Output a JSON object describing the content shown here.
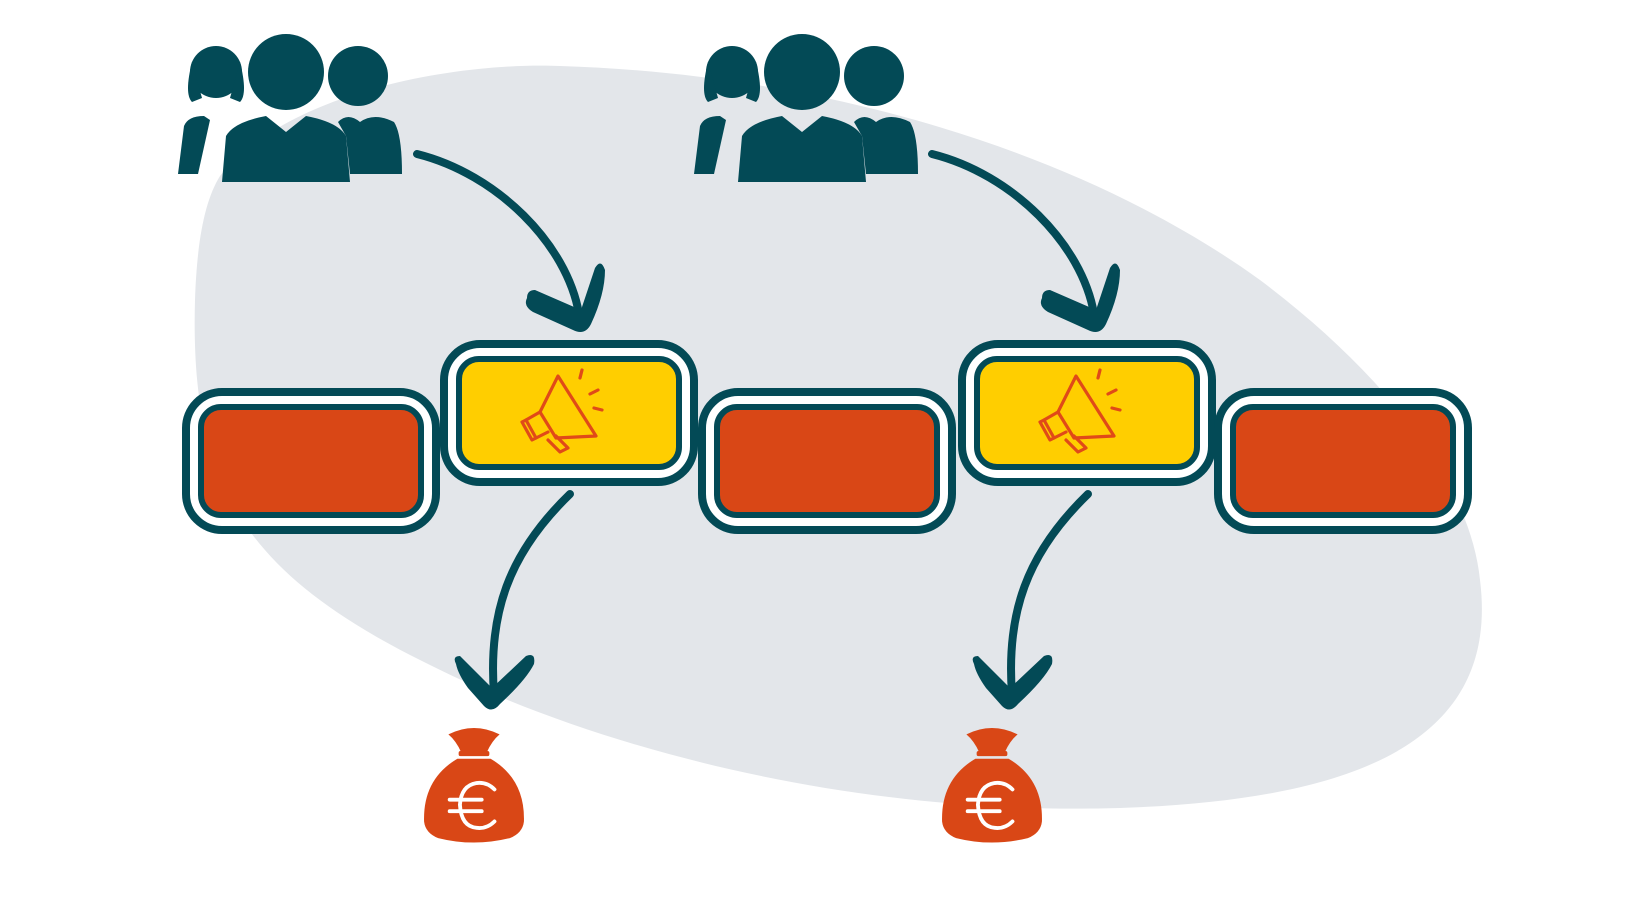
{
  "diagram": {
    "colors": {
      "background_blob": "#e3e6ea",
      "dark_teal": "#034a56",
      "red_slot": "#d94716",
      "yellow_slot": "#ffce00",
      "accent_orange": "#e04a18"
    },
    "slots": [
      {
        "id": "slot-1",
        "kind": "content",
        "color": "red",
        "icon": null
      },
      {
        "id": "slot-2",
        "kind": "ad",
        "color": "yellow",
        "icon": "megaphone-icon"
      },
      {
        "id": "slot-3",
        "kind": "content",
        "color": "red",
        "icon": null
      },
      {
        "id": "slot-4",
        "kind": "ad",
        "color": "yellow",
        "icon": "megaphone-icon"
      },
      {
        "id": "slot-5",
        "kind": "content",
        "color": "red",
        "icon": null
      }
    ],
    "audience_groups": [
      {
        "icon": "people-group-icon",
        "target": "slot-2"
      },
      {
        "icon": "people-group-icon",
        "target": "slot-4"
      }
    ],
    "revenue": [
      {
        "icon": "money-bag-euro-icon",
        "source": "slot-2",
        "symbol": "€"
      },
      {
        "icon": "money-bag-euro-icon",
        "source": "slot-4",
        "symbol": "€"
      }
    ]
  }
}
